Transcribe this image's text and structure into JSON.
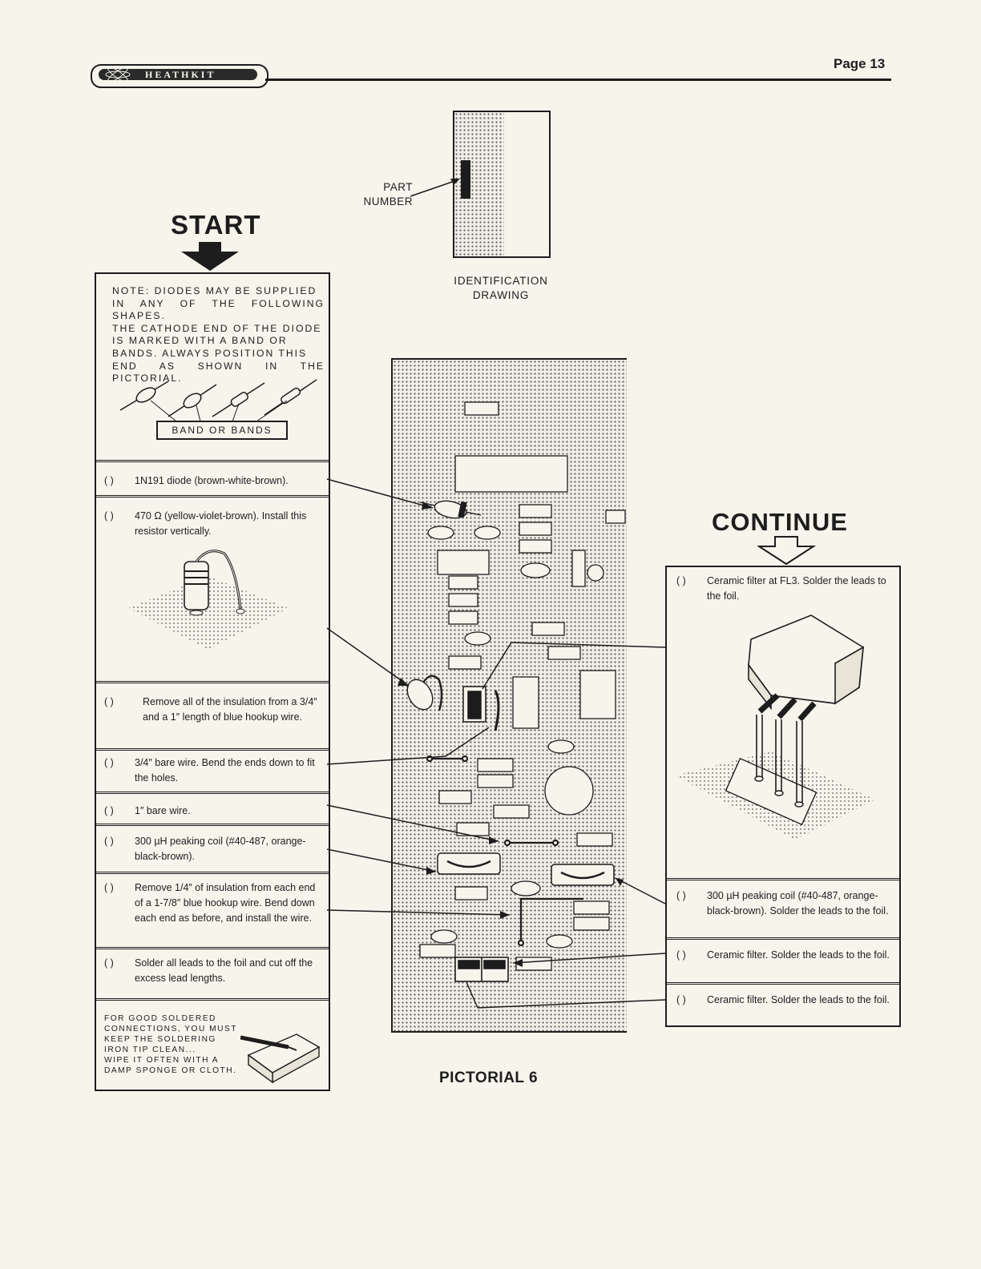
{
  "header": {
    "logo_text": "HEATHKIT",
    "page_number": "Page 13"
  },
  "identification": {
    "part_label_line1": "PART",
    "part_label_line2": "NUMBER",
    "caption_line1": "IDENTIFICATION",
    "caption_line2": "DRAWING"
  },
  "start": {
    "title": "START",
    "note_lines": [
      "NOTE:  DIODES MAY BE SUPPLIED",
      "IN ANY OF THE FOLLOWING SHAPES.",
      "THE CATHODE END OF THE DIODE",
      "IS MARKED WITH A BAND OR",
      "BANDS.  ALWAYS POSITION THIS",
      "END AS SHOWN IN THE PICTORIAL."
    ],
    "band_label": "BAND OR BANDS"
  },
  "checkbox": "(   )",
  "left_steps": [
    {
      "text": "1N191 diode (brown-white-brown)."
    },
    {
      "text": "470 Ω (yellow-violet-brown). Install this resistor vertically."
    },
    {
      "text": "Remove all of the insulation from a 3/4″ and a 1″ length of blue hookup wire."
    },
    {
      "text": "3/4″ bare wire. Bend the ends down to fit the holes."
    },
    {
      "text": "1″ bare wire."
    },
    {
      "text": "300 µH peaking coil (#40-487, orange-black-brown)."
    },
    {
      "text": "Remove 1/4″ of insulation from each end of a 1-7/8″ blue hookup wire. Bend down each end as before, and install the wire."
    },
    {
      "text": "Solder all leads to the foil and cut off the excess lead lengths."
    }
  ],
  "tip_lines": [
    "FOR GOOD SOLDERED",
    "CONNECTIONS, YOU MUST",
    "KEEP THE SOLDERING",
    "IRON TIP CLEAN...",
    "WIPE IT OFTEN WITH A",
    "DAMP SPONGE OR CLOTH."
  ],
  "continue": {
    "title": "CONTINUE"
  },
  "right_steps": [
    {
      "text": "Ceramic filter at FL3. Solder the leads to the foil."
    },
    {
      "text": "300 µH peaking coil (#40-487, orange-black-brown). Solder the leads to the foil."
    },
    {
      "text": "Ceramic filter. Solder the leads to the foil."
    },
    {
      "text": "Ceramic filter. Solder the leads to the foil."
    }
  ],
  "pictorial": {
    "caption": "PICTORIAL 6"
  },
  "colors": {
    "paper": "#f7f4ec",
    "ink": "#1d1d1d"
  }
}
